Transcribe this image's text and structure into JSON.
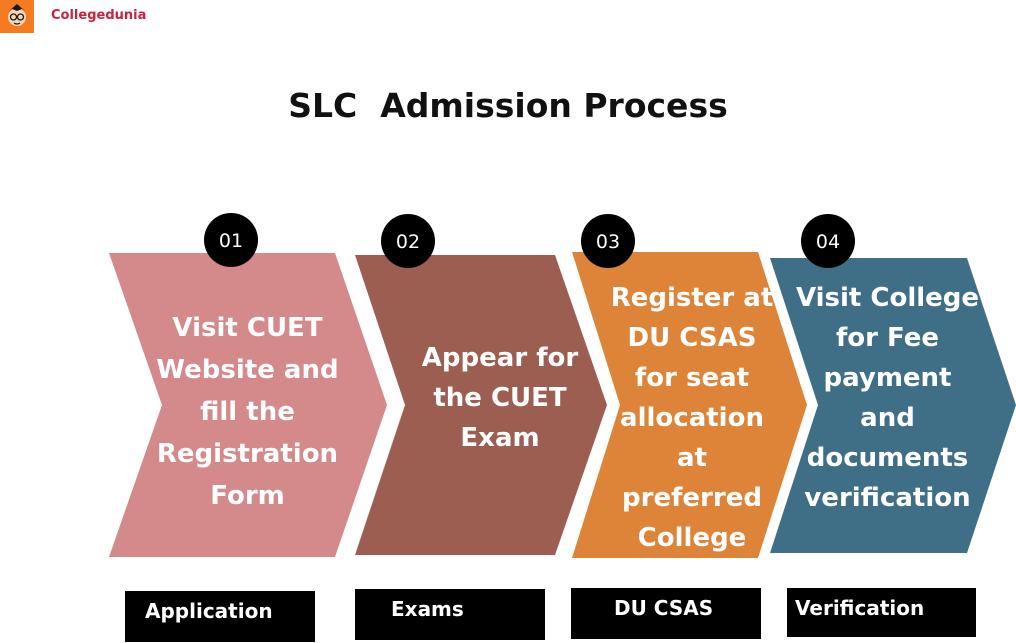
{
  "brand": {
    "name": "Collegedunia"
  },
  "title": "SLC  Admission Process",
  "steps": [
    {
      "number": "01",
      "text": "Visit CUET\nWebsite and\nfill the\nRegistration\nForm",
      "label": "Application",
      "color": "#d4898a"
    },
    {
      "number": "02",
      "text": "Appear for\nthe CUET\nExam",
      "label": "Exams",
      "color": "#9c5e50"
    },
    {
      "number": "03",
      "text": "Register at\nDU CSAS\nfor seat\nallocation\nat\npreferred\nCollege",
      "label": "DU CSAS",
      "color": "#de8439"
    },
    {
      "number": "04",
      "text": "Visit College\nfor Fee\npayment\nand\ndocuments\nverification",
      "label": "Verification",
      "color": "#3f6f86"
    }
  ]
}
